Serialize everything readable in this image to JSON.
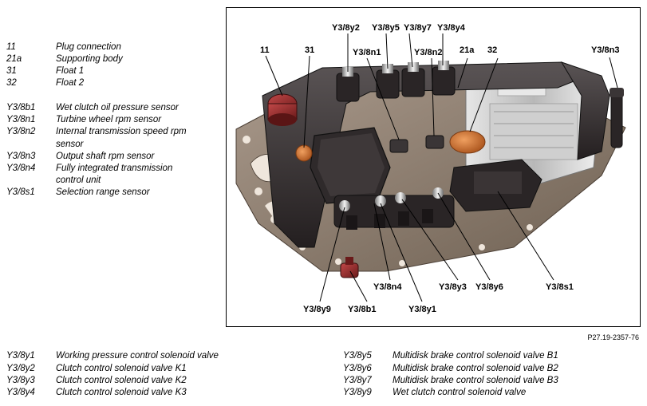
{
  "legend_top": [
    {
      "code": "11",
      "desc": "Plug connection"
    },
    {
      "code": "21a",
      "desc": "Supporting body"
    },
    {
      "code": "31",
      "desc": "Float 1"
    },
    {
      "code": "32",
      "desc": "Float 2"
    },
    {
      "code": "Y3/8b1",
      "desc": "Wet clutch oil pressure sensor"
    },
    {
      "code": "Y3/8n1",
      "desc": "Turbine wheel rpm sensor"
    },
    {
      "code": "Y3/8n2",
      "desc": "Internal transmission speed rpm"
    },
    {
      "code": "",
      "desc": "sensor"
    },
    {
      "code": "Y3/8n3",
      "desc": "Output shaft rpm sensor"
    },
    {
      "code": "Y3/8n4",
      "desc": "Fully integrated transmission"
    },
    {
      "code": "",
      "desc": "control unit"
    },
    {
      "code": "Y3/8s1",
      "desc": "Selection range sensor"
    }
  ],
  "legend_bottom_left": [
    {
      "code": "Y3/8y1",
      "desc": "Working pressure control solenoid valve"
    },
    {
      "code": "Y3/8y2",
      "desc": "Clutch control solenoid valve K1"
    },
    {
      "code": "Y3/8y3",
      "desc": "Clutch control solenoid valve K2"
    },
    {
      "code": "Y3/8y4",
      "desc": "Clutch control solenoid valve K3"
    }
  ],
  "legend_bottom_right": [
    {
      "code": "Y3/8y5",
      "desc": "Multidisk brake control solenoid valve B1"
    },
    {
      "code": "Y3/8y6",
      "desc": "Multidisk brake control solenoid valve B2"
    },
    {
      "code": "Y3/8y7",
      "desc": "Multidisk brake control solenoid valve B3"
    },
    {
      "code": "Y3/8y9",
      "desc": "Wet clutch control solenoid valve"
    }
  ],
  "figure_ref": "P27.19-2357-76",
  "callouts": {
    "y2": "Y3/8y2",
    "y5": "Y3/8y5",
    "y7": "Y3/8y7",
    "y4": "Y3/8y4",
    "n1": "Y3/8n1",
    "n2": "Y3/8n2",
    "c11": "11",
    "c31": "31",
    "c21a": "21a",
    "c32": "32",
    "n3": "Y3/8n3",
    "n4": "Y3/8n4",
    "y3": "Y3/8y3",
    "y6": "Y3/8y6",
    "s1": "Y3/8s1",
    "y9": "Y3/8y9",
    "b1": "Y3/8b1",
    "y1": "Y3/8y1"
  },
  "colors": {
    "housing": "#3a3536",
    "plate": "#8a7a6a",
    "float": "#d07a3a",
    "plug": "#8a2a2a"
  }
}
